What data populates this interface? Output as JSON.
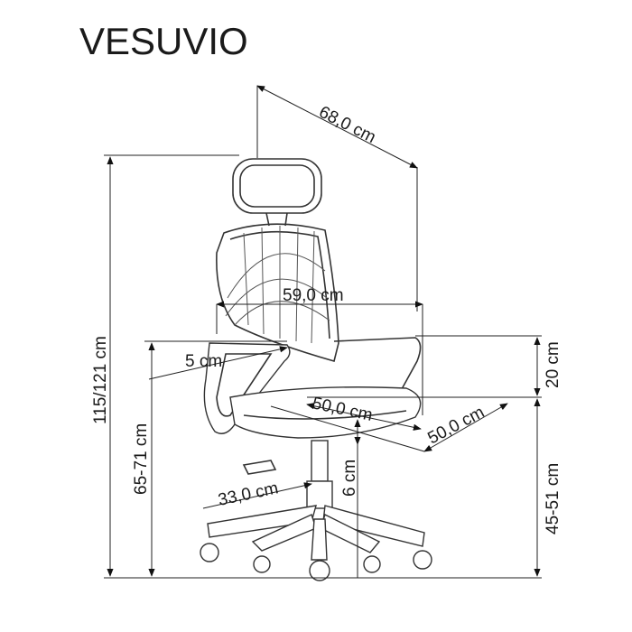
{
  "title": "VESUVIO",
  "dimensions": {
    "depth_overall": "68,0 cm",
    "height_total": "115/121 cm",
    "width_overall": "59,0 cm",
    "armrest_width": "5 cm",
    "armrest_height": "65-71 cm",
    "seat_depth": "50,0 cm",
    "seat_width": "50,0 cm",
    "backrest_above_seat": "20 cm",
    "seat_height": "45-51 cm",
    "seat_adjust": "6 cm",
    "base_radius": "33,0 cm"
  }
}
